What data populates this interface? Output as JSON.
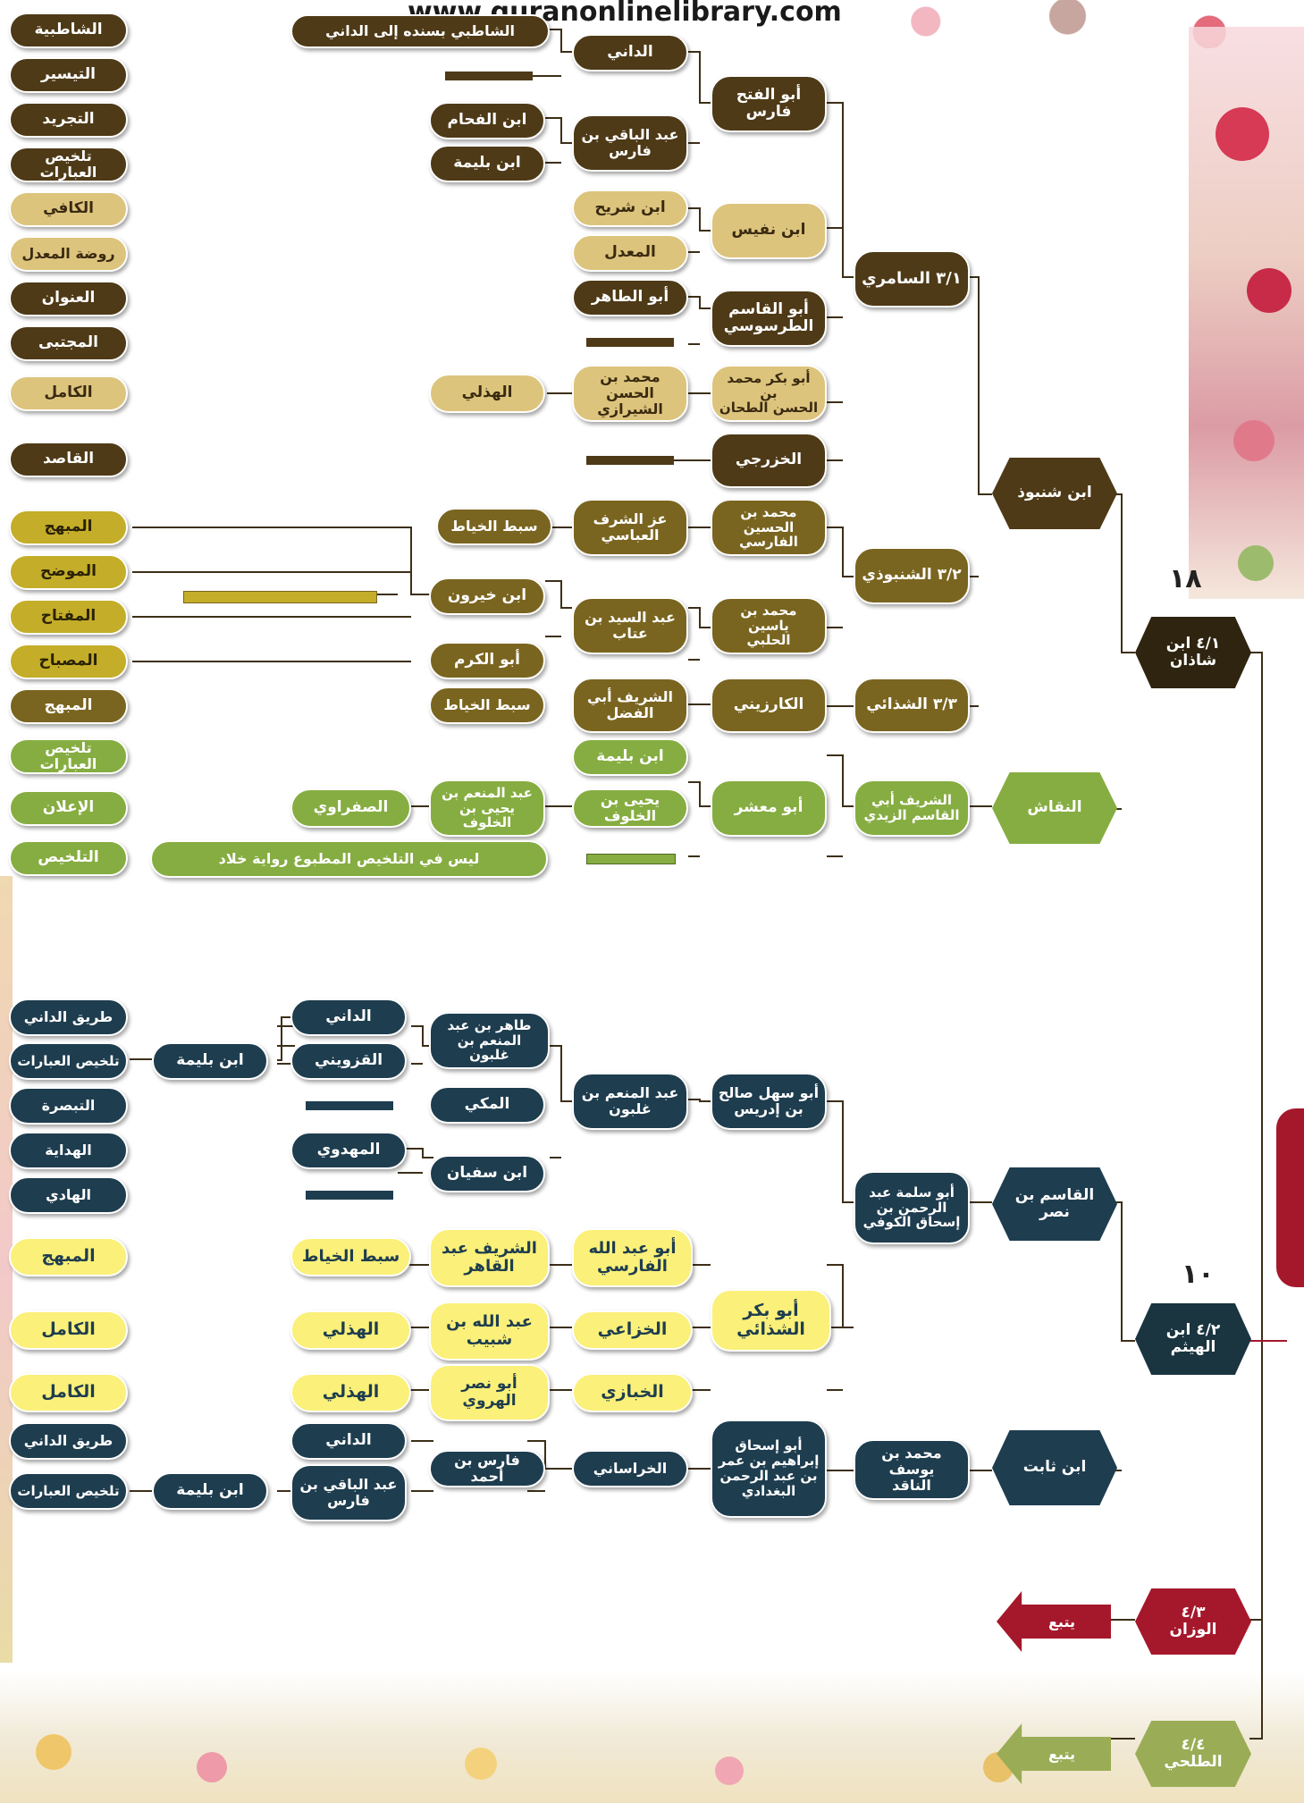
{
  "watermark": "www.quranonlinelibrary.com",
  "page_numbers": {
    "top": "١٨",
    "bottom": "١٠"
  },
  "colors": {
    "dark_brown": "#4e3a17",
    "brown_olive": "#7a6520",
    "tan": "#ddc47d",
    "mustard": "#c4ad28",
    "green": "#86ad41",
    "navy": "#1e3d4f",
    "yellow": "#fbf079",
    "maroon": "#a5182b",
    "olive_arrow": "#9aad56"
  },
  "sources_top": {
    "shatibiyya": "الشاطبية",
    "taysir": "التيسير",
    "tajrid": "التجريد",
    "talkhis_ibarat_1": "تلخيص العبارات",
    "kafi": "الكافي",
    "rawda": "روضة المعدل",
    "unwan": "العنوان",
    "mujtaba": "المجتبى",
    "kamil_1": "الكامل",
    "qasid": "القاصد",
    "mubhij_1": "المبهج",
    "mudih": "الموضح",
    "miftah": "المفتاح",
    "misbah": "المصباح",
    "mubhij_2": "المبهج",
    "talkhis_ibarat_2": "تلخيص العبارات",
    "ilan": "الإعلان",
    "talkhis": "التلخيص"
  },
  "sources_bottom": {
    "tariq_dani_1": "طريق الداني",
    "talkhis_ibarat_3": "تلخيص العبارات",
    "tabsira": "التبصرة",
    "hidaya": "الهداية",
    "hadi": "الهادي",
    "mubhij_3": "المبهج",
    "kamil_2": "الكامل",
    "kamil_3": "الكامل",
    "tariq_dani_2": "طريق الداني",
    "talkhis_ibarat_4": "تلخيص العبارات"
  },
  "nodes": {
    "shatibi_sanad": "الشاطبي بسنده إلى الداني",
    "dani_1": "الداني",
    "abu_fath": "أبو الفتح فارس",
    "ibn_fahham": "ابن الفحام",
    "ibn_balima_1": "ابن بليمة",
    "abd_baqi_1": "عبد الباقي بن\nفارس",
    "ibn_shurayh": "ابن شريح",
    "muaddal": "المعدل",
    "ibn_nafis": "ابن نفيس",
    "abu_tahir": "أبو الطاهر",
    "abu_qasim_tarsusi": "أبو القاسم\nالطرسوسي",
    "samarri": "٣/١ السامري",
    "hudhali_1": "الهذلي",
    "muhammad_shirazi": "محمد بن الحسن\nالشيرازي",
    "abu_bakr_tahhan": "أبو بكر محمد بن\nالحسن الطحان",
    "khazraji": "الخزرجي",
    "ibn_shanbudh": "ابن شنبوذ",
    "sibt_khayyat_1": "سبط الخياط",
    "izz_sharaf": "عز الشرف\nالعباسي",
    "muhammad_farisi": "محمد بن الحسين\nالفارسي",
    "shanbudhi": "٣/٢ الشنبوذي",
    "ibn_khayrun": "ابن خيرون",
    "abd_sayyid": "عبد السيد بن\nعتاب",
    "muhammad_halabi": "محمد بن ياسين\nالحلبي",
    "abu_karam": "أبو الكرم",
    "sibt_khayyat_2": "سبط الخياط",
    "sharif_fadl": "الشريف أبي\nالفضل",
    "karazini": "الكارزيني",
    "shadhai": "٣/٣ الشذائي",
    "ibn_shadhan": "٤/١ ابن\nشاذان",
    "ibn_balima_2": "ابن بليمة",
    "saffarawi": "الصفراوي",
    "abd_munim_yahya": "عبد المنعم بن\nيحيى بن الخلوف",
    "yahya_khaluf": "يحيى بن الخلوف",
    "abu_mashar": "أبو معشر",
    "sharif_zaydi": "الشريف أبي\nالقاسم الزيدي",
    "naqqash": "النقاش",
    "talkhis_note": "ليس في التلخيص المطبوع رواية خلاد",
    "ibn_balima_3": "ابن بليمة",
    "dani_2": "الداني",
    "qazwini": "القزويني",
    "tahir_ghalbun": "طاهر بن عبد\nالمنعم بن غلبون",
    "makki": "المكي",
    "abd_munim_ghalbun": "عبد المنعم بن\nغلبون",
    "abu_sahl": "أبو سهل صالح\nبن إدريس",
    "mahdawi": "المهدوي",
    "ibn_sufyan": "ابن سفيان",
    "abu_salama": "أبو سلمة عبد\nالرحمن بن\nإسحاق الكوفي",
    "qasim_nasr": "القاسم بن\nنصر",
    "sibt_khayyat_3": "سبط الخياط",
    "sharif_abd_qahir": "الشريف عبد\nالقاهر",
    "abu_abdullah_farisi": "أبو عبد الله\nالفارسي",
    "hudhali_2": "الهذلي",
    "abdullah_shabib": "عبد الله بن\nشبيب",
    "khuzai": "الخزاعي",
    "abu_bakr_shadhai": "أبو بكر\nالشذائي",
    "ibn_haytham": "٤/٢ ابن\nالهيثم",
    "hudhali_3": "الهذلي",
    "abu_nasr_harawi": "أبو نصر\nالهروي",
    "khabbazi": "الخبازي",
    "ibn_balima_4": "ابن بليمة",
    "dani_3": "الداني",
    "abd_baqi_2": "عبد الباقي بن\nفارس",
    "faris_ahmad": "فارس بن أحمد",
    "khurasani": "الخراساني",
    "abu_ishaq_baghdadi": "أبو إسحاق\nإبراهيم بن عمر\nبن عبد الرحمن\nالبغدادي",
    "muhammad_naqid": "محمد بن يوسف\nالناقد",
    "ibn_thabit": "ابن ثابت",
    "wazzan": "٤/٣\nالوزان",
    "talhi": "٤/٤\nالطلحي"
  },
  "arrows": {
    "yatbaa_1": "يتبع",
    "yatbaa_2": "يتبع"
  }
}
